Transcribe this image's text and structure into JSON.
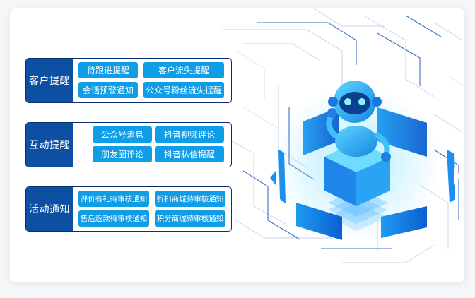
{
  "groups": [
    {
      "label": "客户提醒",
      "items": [
        "待跟进提醒",
        "客户流失提醒",
        "会话预警通知",
        "公众号粉丝流失提醒"
      ]
    },
    {
      "label": "互动提醒",
      "items": [
        "公众号消息",
        "抖音视频评论",
        "朋友圈评论",
        "抖音私信提醒"
      ]
    },
    {
      "label": "活动通知",
      "items": [
        "评价有礼待审核通知",
        "折扣商城待审核通知",
        "售后返款待审核通知",
        "积分商城待审核通知"
      ]
    }
  ],
  "colors": {
    "label_bg": "#0c4fa3",
    "chip_bg": "#0f9de8",
    "border": "#0a2f6b",
    "accent": "#18b4f5"
  },
  "icons": {
    "illustration": "ai-robot-illustration"
  }
}
